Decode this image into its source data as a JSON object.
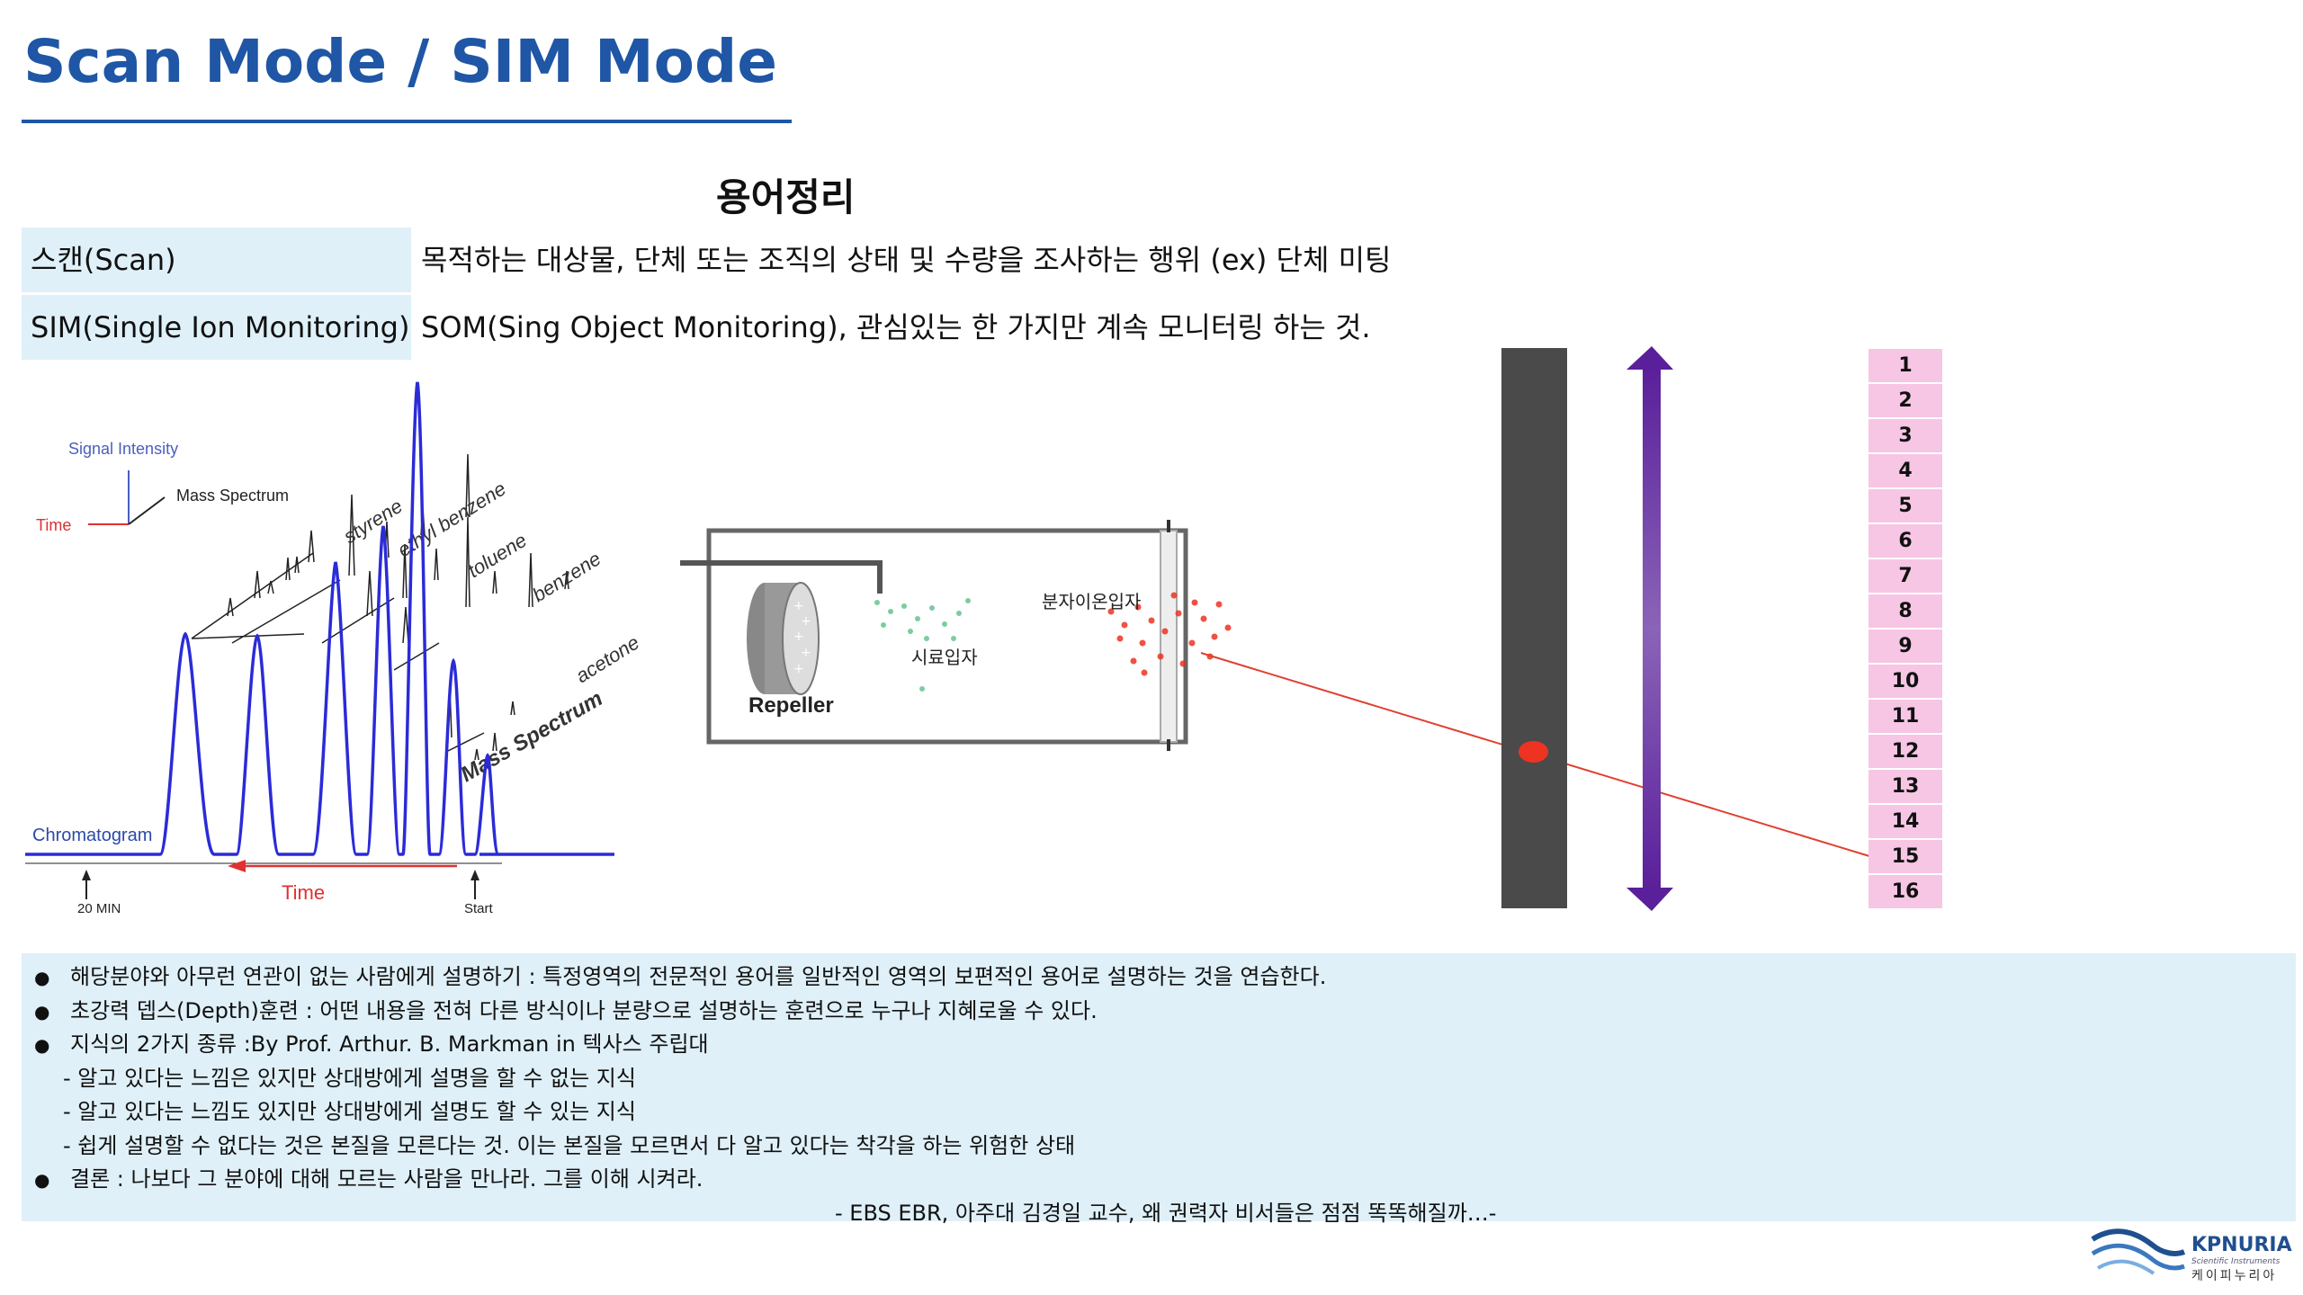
{
  "page": {
    "title": "Scan Mode / SIM Mode",
    "section_heading": "용어정리"
  },
  "terms": [
    {
      "term": "스캔(Scan)",
      "definition": "목적하는 대상물, 단체 또는 조직의 상태 및 수량을 조사하는 행위 (ex) 단체 미팅"
    },
    {
      "term": "SIM(Single Ion Monitoring)",
      "definition": "SOM(Sing Object Monitoring), 관심있는 한 가지만 계속 모니터링 하는 것."
    }
  ],
  "chromatogram_figure": {
    "axis_signal": "Signal Intensity",
    "axis_mass": "Mass Spectrum",
    "axis_time_small": "Time",
    "compounds": [
      "styrene",
      "ethyl benzene",
      "toluene",
      "benzene",
      "acetone"
    ],
    "mass_spectrum_label": "Mass Spectrum",
    "chromatogram_label": "Chromatogram",
    "time_label": "Time",
    "start_label": "Start",
    "end_label": "20 MIN"
  },
  "ion_source_figure": {
    "repeller_label": "Repeller",
    "sample_label": "시료입자",
    "ion_label": "분자이온입자"
  },
  "scale": {
    "items": [
      "1",
      "2",
      "3",
      "4",
      "5",
      "6",
      "7",
      "8",
      "9",
      "10",
      "11",
      "12",
      "13",
      "14",
      "15",
      "16"
    ]
  },
  "notes": {
    "lines": [
      {
        "type": "bullet",
        "text": "해당분야와 아무런 연관이 없는 사람에게 설명하기 : 특정영역의 전문적인 용어를 일반적인 영역의 보편적인 용어로 설명하는 것을 연습한다."
      },
      {
        "type": "bullet",
        "text": "초강력 뎁스(Depth)훈련 : 어떤 내용을 전혀 다른 방식이나 분량으로 설명하는 훈련으로 누구나 지혜로울 수 있다."
      },
      {
        "type": "bullet",
        "text": "지식의 2가지 종류 :By Prof. Arthur. B. Markman in 텍사스 주립대"
      },
      {
        "type": "sub",
        "text": "- 알고 있다는 느낌은 있지만 상대방에게 설명을 할 수 없는 지식"
      },
      {
        "type": "sub",
        "text": "- 알고 있다는 느낌도 있지만 상대방에게 설명도 할 수 있는 지식"
      },
      {
        "type": "sub",
        "text": "- 쉽게 설명할 수 없다는 것은 본질을 모른다는 것. 이는 본질을 모르면서 다 알고 있다는 착각을 하는 위험한 상태"
      },
      {
        "type": "bullet",
        "text": "결론 : 나보다 그 분야에 대해 모르는 사람을 만나라. 그를 이해 시켜라."
      }
    ],
    "bullet_glyph": "●",
    "source": "- EBS EBR, 아주대 김경일 교수, 왜 권력자 비서들은 점점 똑똑해질까…-"
  },
  "logo": {
    "name": "KPNURIA",
    "tagline": "Scientific Instruments",
    "korean": "케이피누리아"
  },
  "colors": {
    "title": "#1f56a5",
    "cell_bg": "#dff0f8",
    "scale_bg": "#f7c6e4",
    "arrow": "#6a2c9e",
    "peak": "#2b2bd8",
    "ion_dot": "#ee3322"
  }
}
